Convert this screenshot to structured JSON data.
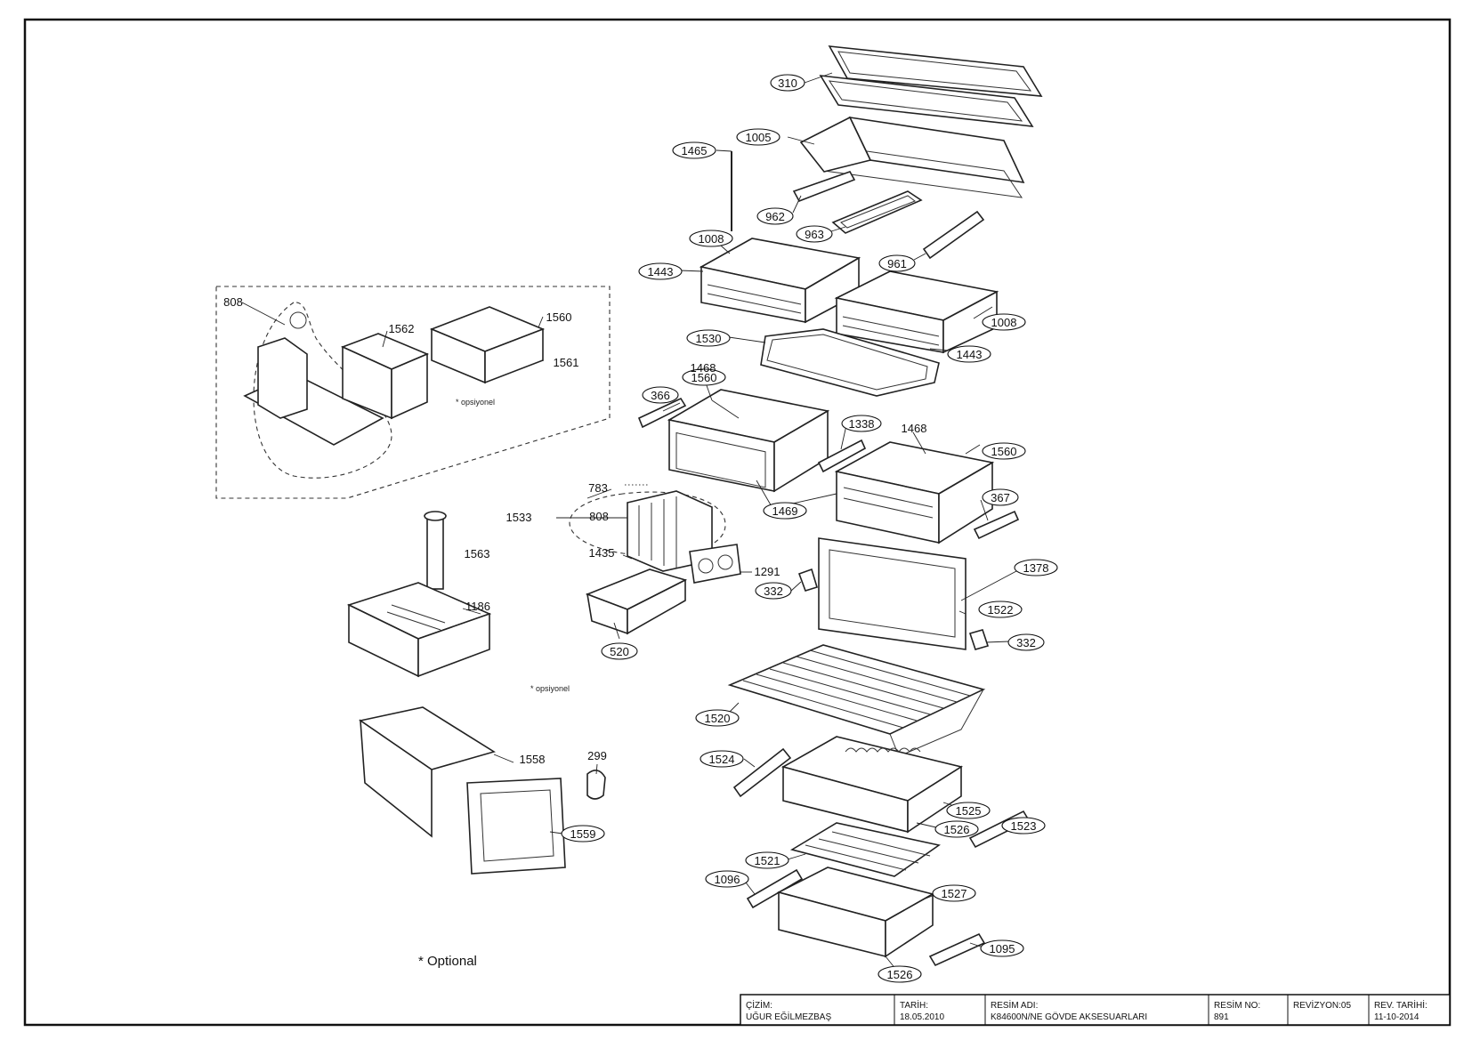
{
  "labels": {
    "l310": "310",
    "l1005": "1005",
    "l1465": "1465",
    "l962": "962",
    "l963": "963",
    "l961": "961",
    "l1008a": "1008",
    "l1008b": "1008",
    "l1443a": "1443",
    "l1443b": "1443",
    "l1530": "1530",
    "l1560a": "1560",
    "l1560b": "1560",
    "l1560c": "1560",
    "l1468a": "1468",
    "l1468b": "1468",
    "l366": "366",
    "l1338": "1338",
    "l367": "367",
    "l1469": "1469",
    "l783": "783",
    "l808a": "808",
    "l808b": "808",
    "l1533": "1533",
    "l1435": "1435",
    "l1291": "1291",
    "l1378": "1378",
    "l1522": "1522",
    "l332a": "332",
    "l332b": "332",
    "l520": "520",
    "l1562": "1562",
    "l1561": "1561",
    "l1563": "1563",
    "l1186": "1186",
    "l1520": "1520",
    "l1524": "1524",
    "l1525": "1525",
    "l1526a": "1526",
    "l1526b": "1526",
    "l1523": "1523",
    "l1521": "1521",
    "l1096": "1096",
    "l1527": "1527",
    "l1095": "1095",
    "l1558": "1558",
    "l299": "299",
    "l1559": "1559"
  },
  "notes": {
    "opsiyonel_1": "* opsiyonel",
    "opsiyonel_2": "* opsiyonel",
    "optional": "* Optional"
  },
  "title_block": {
    "cizim_caption": "ÇİZİM:",
    "cizim_value": "UĞUR EĞİLMEZBAŞ",
    "tarih_caption": "TARİH:",
    "tarih_value": "18.05.2010",
    "resim_adi_caption": "RESİM ADI:",
    "resim_adi_value": "K84600N/NE GÖVDE AKSESUARLARI",
    "resim_no_caption": "RESİM NO:",
    "resim_no_value": "891",
    "revizyon": "REVİZYON:05",
    "rev_tarihi_caption": "REV. TARİHİ:",
    "rev_tarihi_value": "11-10-2014"
  }
}
